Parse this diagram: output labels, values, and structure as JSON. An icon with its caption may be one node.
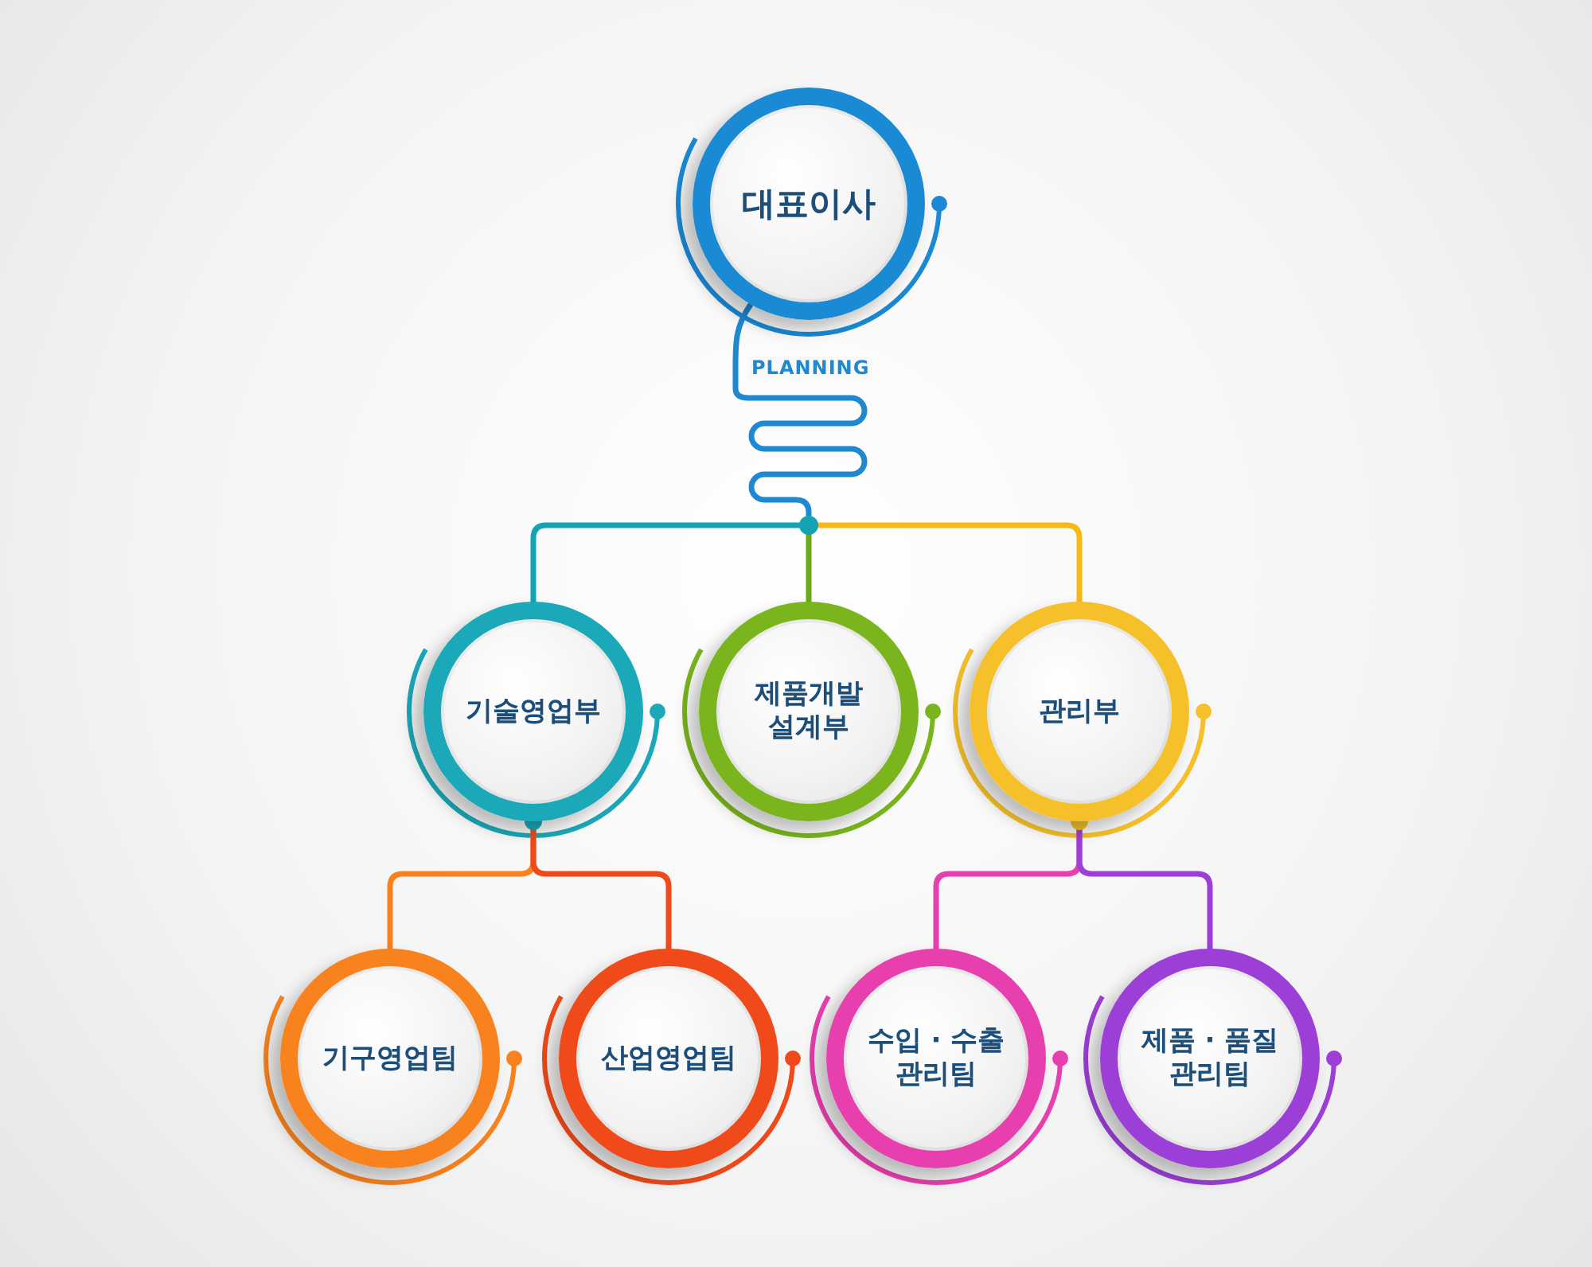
{
  "diagram": {
    "nodes": [
      {
        "text": [
          "대표이사"
        ]
      },
      {
        "text": [],
        "shape": "circle"
      },
      {
        "text": [
          "기술영업부"
        ]
      },
      {
        "text": [
          "제품개발 설계부"
        ]
      },
      {
        "text": [
          "관리부"
        ]
      },
      {
        "text": [
          "기구영업팀"
        ]
      },
      {
        "text": [
          "산업영업팀"
        ]
      },
      {
        "text": [
          "수입 · 수출 관리팀"
        ]
      },
      {
        "text": [
          "제품 · 품질 관리팀"
        ]
      }
    ],
    "edges": [
      {
        "from": 0,
        "to": 1,
        "arrow": "none",
        "label": "PLANNING",
        "color": "#1e88d0"
      },
      {
        "from": 1,
        "to": 2,
        "arrow": "none",
        "color": "#14a3b5"
      },
      {
        "from": 1,
        "to": 3,
        "arrow": "none",
        "color": "#6aab1a"
      },
      {
        "from": 1,
        "to": 4,
        "arrow": "none",
        "color": "#f7b916"
      },
      {
        "from": 2,
        "to": 5,
        "arrow": "none",
        "color": "#f7821e"
      },
      {
        "from": 2,
        "to": 6,
        "arrow": "none",
        "color": "#f04a1a"
      },
      {
        "from": 4,
        "to": 7,
        "arrow": "none",
        "color": "#e83fae"
      },
      {
        "from": 4,
        "to": 8,
        "arrow": "none",
        "color": "#9b3fd6"
      }
    ]
  }
}
